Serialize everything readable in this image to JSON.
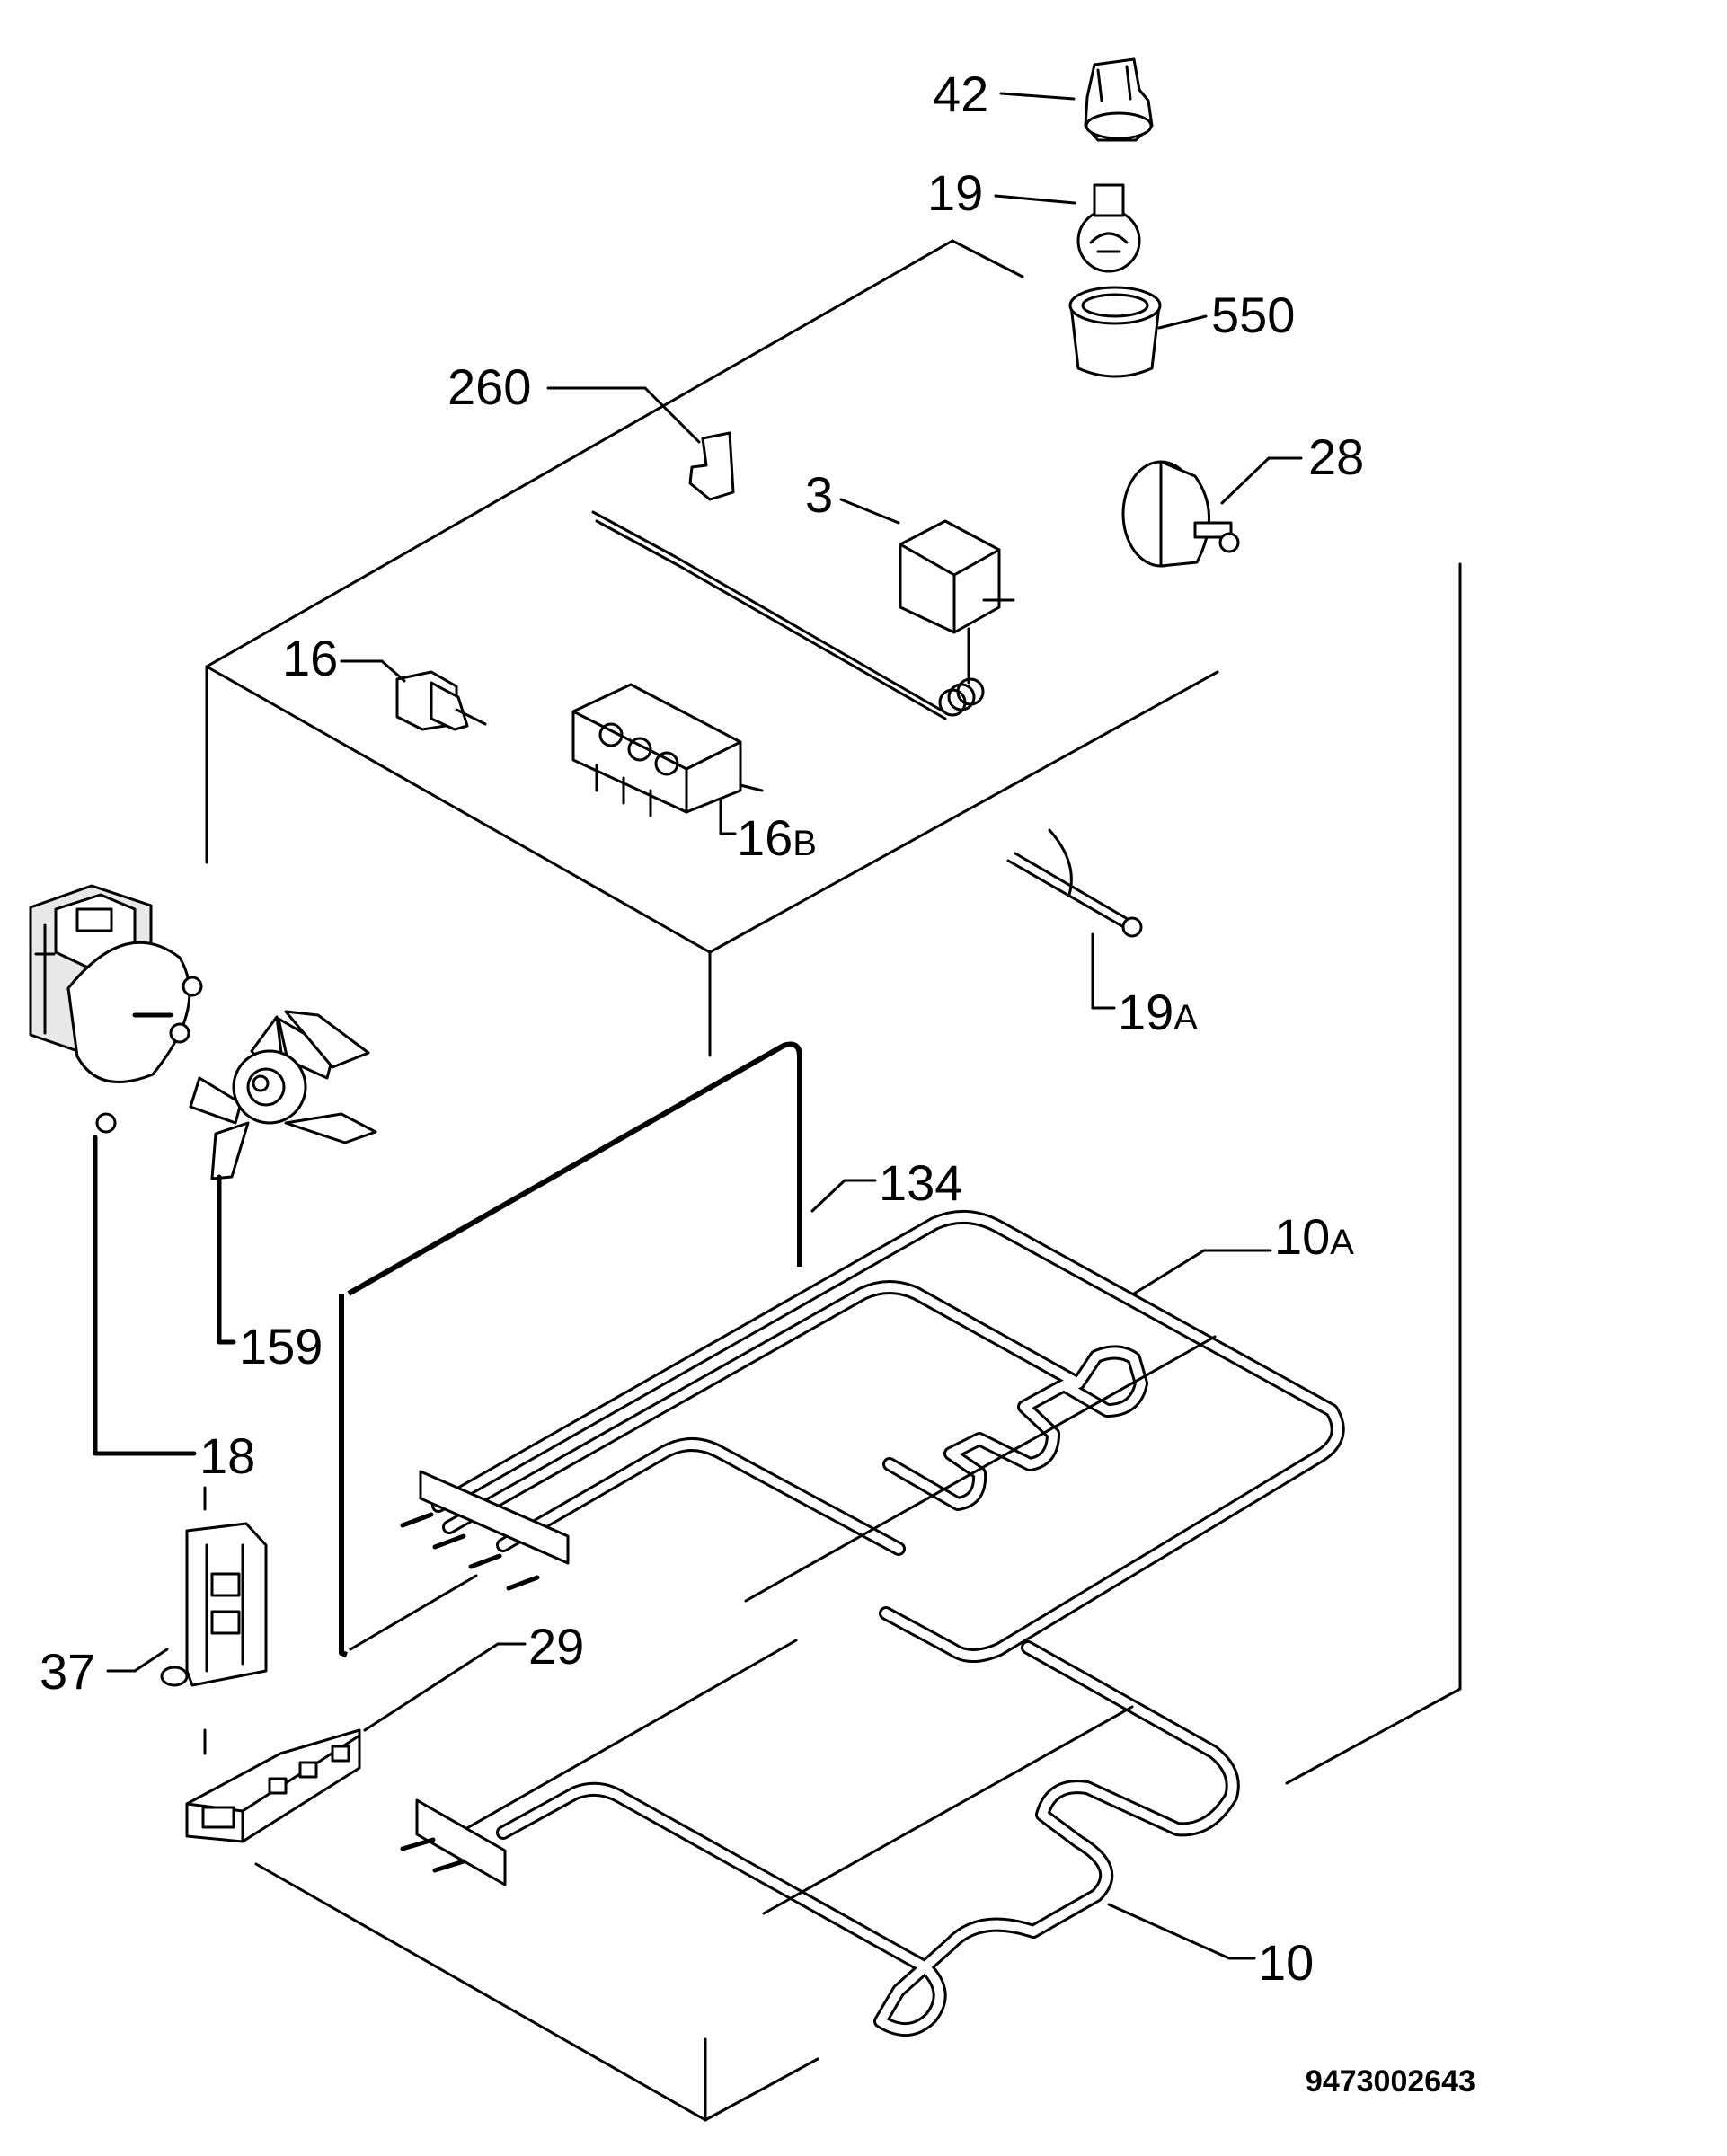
{
  "labels": {
    "p42": "42",
    "p19": "19",
    "p550": "550",
    "p260": "260",
    "p28": "28",
    "p3": "3",
    "p16": "16",
    "p16b": "16",
    "p16b_suffix": "B",
    "p19a": "19",
    "p19a_suffix": "A",
    "p134": "134",
    "p10a": "10",
    "p10a_suffix": "A",
    "p159": "159",
    "p18": "18",
    "p37": "37",
    "p29": "29",
    "p10": "10"
  },
  "document_number": "9473002643"
}
